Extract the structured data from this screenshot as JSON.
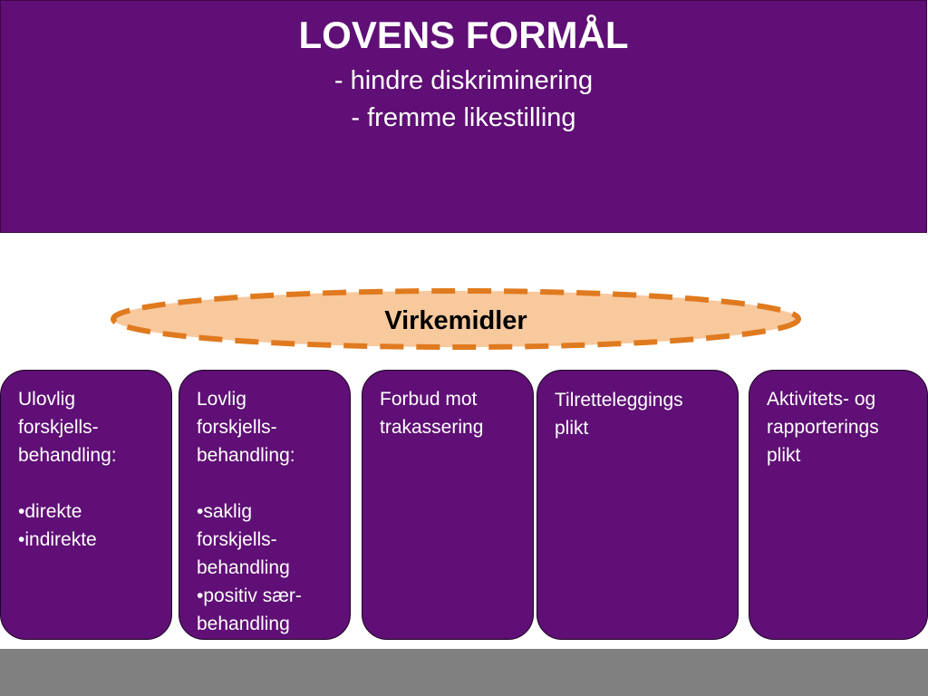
{
  "header": {
    "title": "LOVENS FORMÅL",
    "line1": "- hindre diskriminering",
    "line2": "- fremme likestilling"
  },
  "oval": {
    "label": "Virkemidler"
  },
  "boxes": [
    {
      "text": "Ulovlig\nforskjells-\nbehandling:\n\n•direkte\n•indirekte"
    },
    {
      "text": "Lovlig\nforskjells-\nbehandling:\n\n•saklig\nforskjells-\nbehandling\n•positiv sær-\nbehandling"
    },
    {
      "text": "Forbud mot\ntrakassering"
    },
    {
      "text": "Tilretteleggings\nplikt"
    },
    {
      "text": "Aktivitets- og\nrapporterings\nplikt"
    }
  ],
  "colors": {
    "purple": "#5f0f75",
    "oval_fill": "#f8c99d",
    "oval_border": "#e07a1f",
    "footer": "#808080"
  }
}
